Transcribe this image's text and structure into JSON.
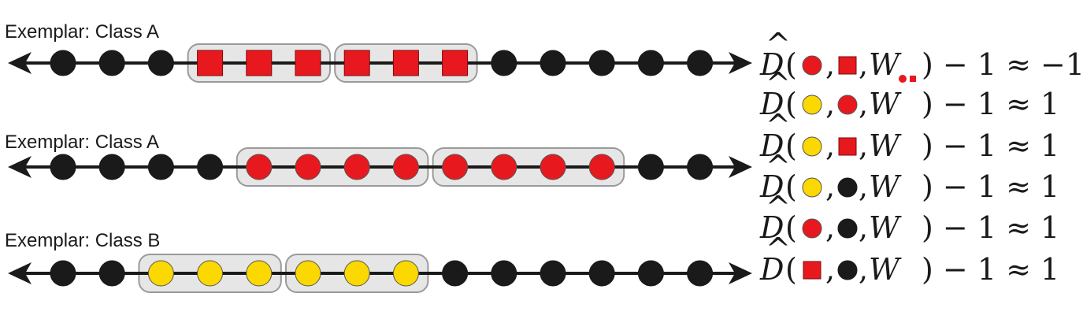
{
  "rows": [
    {
      "exemplar_label": "Exemplar: Class A",
      "markers": [
        "black",
        "black",
        "black",
        "red-square",
        "red-square",
        "red-square",
        "red-square",
        "red-square",
        "red-square",
        "black",
        "black",
        "black",
        "black",
        "black"
      ],
      "groups": [
        [
          3,
          5
        ],
        [
          6,
          8
        ]
      ]
    },
    {
      "exemplar_label": "Exemplar: Class A",
      "markers": [
        "black",
        "black",
        "black",
        "black",
        "red-circle",
        "red-circle",
        "red-circle",
        "red-circle",
        "red-circle",
        "red-circle",
        "red-circle",
        "red-circle",
        "black",
        "black"
      ],
      "groups": [
        [
          4,
          7
        ],
        [
          8,
          11
        ]
      ]
    },
    {
      "exemplar_label": "Exemplar: Class B",
      "markers": [
        "black",
        "black",
        "yellow-circle",
        "yellow-circle",
        "yellow-circle",
        "yellow-circle",
        "yellow-circle",
        "yellow-circle",
        "black",
        "black",
        "black",
        "black",
        "black",
        "black"
      ],
      "groups": [
        [
          2,
          4
        ],
        [
          5,
          7
        ]
      ]
    }
  ],
  "equations": [
    {
      "fn": "D",
      "hat": "^",
      "a": "red-circle",
      "b": "red-square",
      "w": "W",
      "w_sub": true,
      "rhs": ") − 1 ≈ −1"
    },
    {
      "fn": "D",
      "hat": "^",
      "a": "yellow-circle",
      "b": "red-circle",
      "w": "W",
      "w_sub": false,
      "rhs": ") − 1 ≈ 1"
    },
    {
      "fn": "D",
      "hat": "^",
      "a": "yellow-circle",
      "b": "red-square",
      "w": "W",
      "w_sub": false,
      "rhs": ") − 1 ≈ 1"
    },
    {
      "fn": "D",
      "hat": "^",
      "a": "yellow-circle",
      "b": "black",
      "w": "W",
      "w_sub": false,
      "rhs": ") − 1 ≈ 1"
    },
    {
      "fn": "D",
      "hat": "^",
      "a": "red-circle",
      "b": "black",
      "w": "W",
      "w_sub": false,
      "rhs": ") − 1 ≈ 1"
    },
    {
      "fn": "D",
      "hat": "^",
      "a": "red-square",
      "b": "black",
      "w": "W",
      "w_sub": false,
      "rhs": ") − 1 ≈ 1"
    }
  ],
  "colors": {
    "red": "#e8191e",
    "yellow": "#fbd800",
    "black": "#1a1a1a",
    "group_fill": "#e6e6e6",
    "group_stroke": "#9a9a9a"
  }
}
